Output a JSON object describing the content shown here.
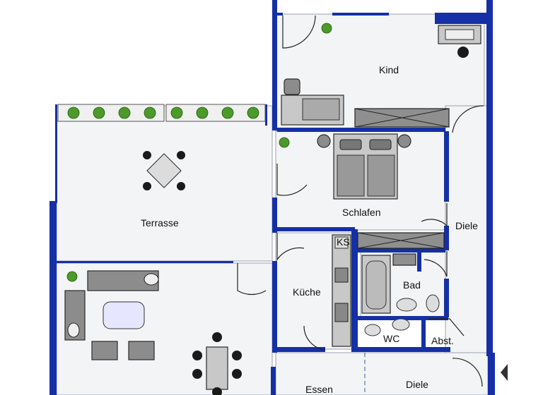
{
  "rooms": {
    "kind": "Kind",
    "terrasse": "Terrasse",
    "schlafen": "Schlafen",
    "diele_upper": "Diele",
    "kueche": "Küche",
    "bad": "Bad",
    "wc": "WC",
    "abst": "Abst.",
    "essen": "Essen",
    "diele_lower": "Diele"
  },
  "fixtures": {
    "fridge": "KS"
  },
  "colors": {
    "wall": "#1530a6",
    "floor": "#f3f4f5",
    "furniture": "#8c8c8c",
    "table_glass": "#e6e6ff"
  },
  "icons": {
    "plant": "plant-icon",
    "nav": "chevron-left-icon"
  }
}
